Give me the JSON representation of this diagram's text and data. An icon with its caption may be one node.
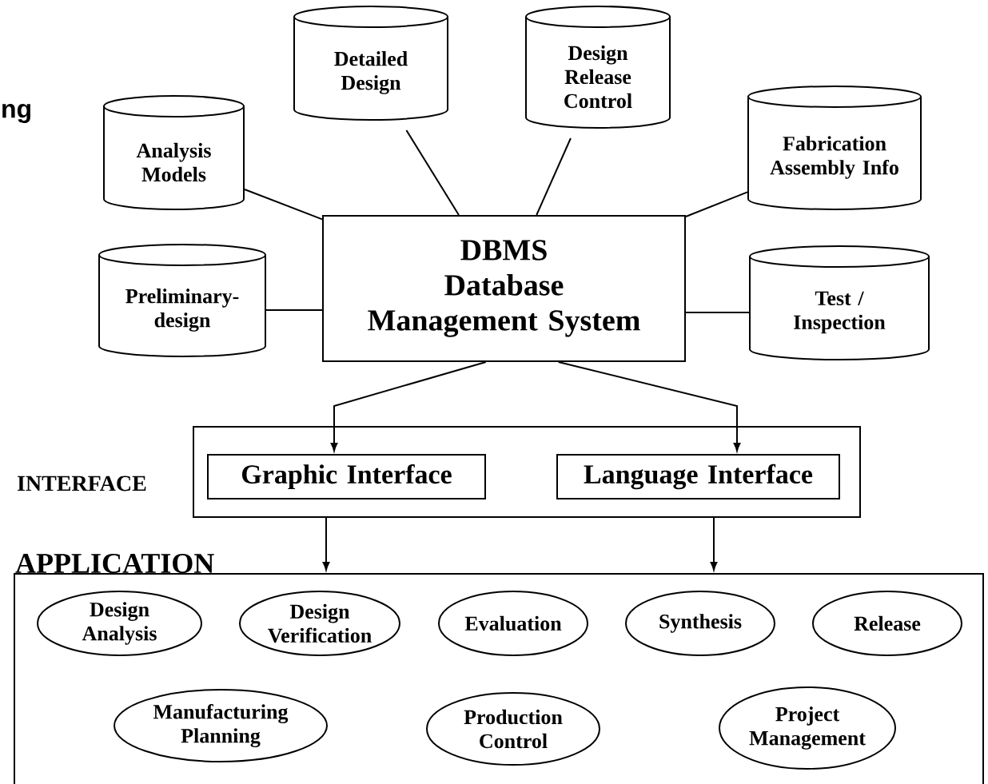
{
  "diagram": {
    "nodes": [
      {
        "text": [
          "Detailed Design"
        ]
      },
      {
        "text": [
          "Design Release Control"
        ]
      },
      {
        "text": [
          "Fabrication Assembly Info"
        ]
      },
      {
        "text": [
          "Analysis Models"
        ]
      },
      {
        "text": [
          "Preliminary- design"
        ]
      },
      {
        "text": [
          "DBMS",
          "Database Management System"
        ]
      },
      {
        "text": [
          "Test / Inspection"
        ]
      },
      {
        "text": [
          "INTERFACE"
        ]
      },
      {
        "text": [
          "Graphic Interface"
        ],
        "in": 7
      },
      {
        "text": [
          "Language Interface"
        ],
        "in": 7
      },
      {
        "text": [
          "APPLICATION"
        ]
      },
      {
        "text": [
          "Design Analysis"
        ],
        "in": 10
      },
      {
        "text": [
          "Design Verification"
        ],
        "in": 10
      },
      {
        "text": [
          "Evaluation"
        ],
        "in": 10
      },
      {
        "text": [
          "Synthesis"
        ],
        "in": 10
      },
      {
        "text": [
          "Release"
        ],
        "in": 10
      },
      {
        "text": [
          "Manufacturing Planning"
        ],
        "in": 10
      },
      {
        "text": [
          "Production Control"
        ],
        "in": 10
      },
      {
        "text": [
          "Project Management"
        ],
        "in": 10
      }
    ],
    "edges": [
      {
        "from": 3,
        "to": 5,
        "arrow": "none"
      },
      {
        "from": 0,
        "to": 5,
        "arrow": "none"
      },
      {
        "from": 1,
        "to": 5,
        "arrow": "none"
      },
      {
        "from": 2,
        "to": 5,
        "arrow": "none"
      },
      {
        "from": 4,
        "to": 5,
        "arrow": "none"
      },
      {
        "from": 5,
        "to": 6,
        "arrow": "none"
      },
      {
        "from": 5,
        "to": 8,
        "arrow": "to"
      },
      {
        "from": 5,
        "to": 9,
        "arrow": "to"
      },
      {
        "from": 7,
        "to": 10,
        "arrow": "to"
      },
      {
        "from": 7,
        "to": 10,
        "arrow": "to"
      }
    ],
    "labels": [
      "ng"
    ]
  }
}
